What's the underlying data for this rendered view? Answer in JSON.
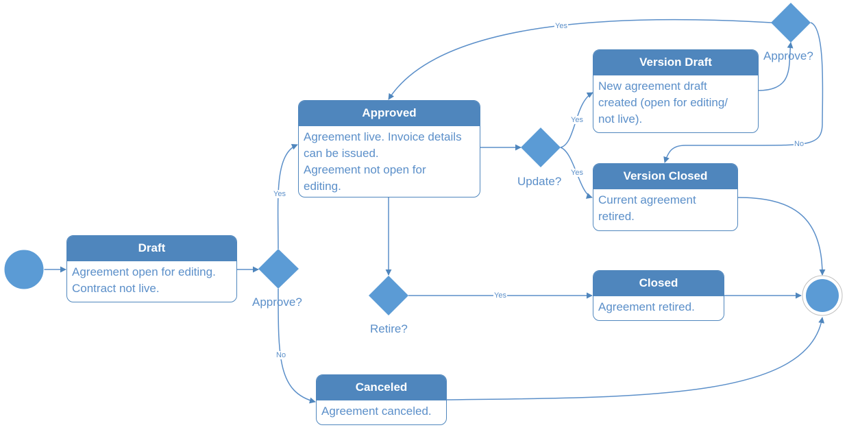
{
  "colors": {
    "primary": "#4f86bd",
    "text": "#5b8fc9",
    "node_fill": "#5b9bd5"
  },
  "states": {
    "draft": {
      "title": "Draft",
      "body": "Agreement open for editing.\nContract not live."
    },
    "approved": {
      "title": "Approved",
      "body": "Agreement live. Invoice details\ncan be issued.\nAgreement not open for\nediting."
    },
    "version_draft": {
      "title": "Version Draft",
      "body": "New agreement draft\ncreated (open for editing/\nnot live)."
    },
    "version_closed": {
      "title": "Version Closed",
      "body": "Current agreement\nretired."
    },
    "closed": {
      "title": "Closed",
      "body": "Agreement retired."
    },
    "canceled": {
      "title": "Canceled",
      "body": "Agreement canceled."
    }
  },
  "decisions": {
    "approve_main": "Approve?",
    "update": "Update?",
    "retire": "Retire?",
    "approve_version": "Approve?"
  },
  "edge_labels": {
    "approve_yes": "Yes",
    "approve_no": "No",
    "update_yes_draft": "Yes",
    "update_yes_closed": "Yes",
    "retire_yes": "Yes",
    "version_approve_yes": "Yes",
    "version_approve_no": "No"
  }
}
